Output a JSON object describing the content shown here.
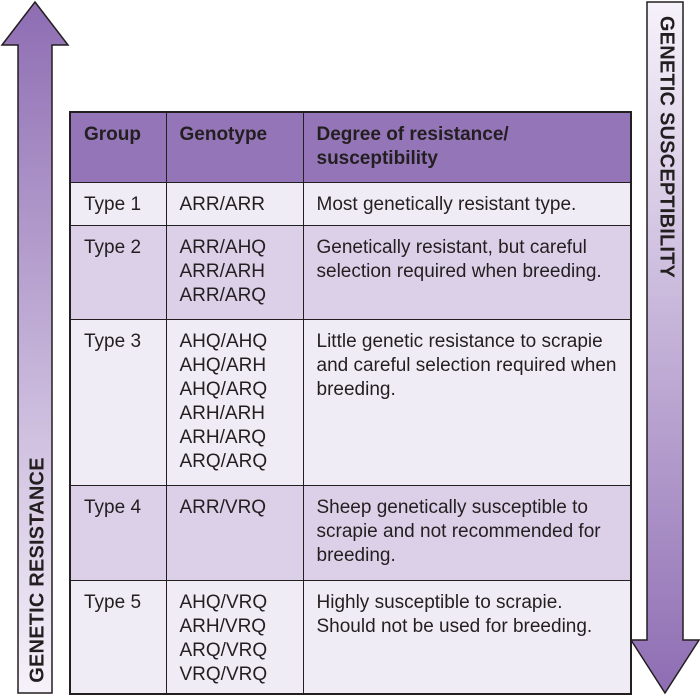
{
  "left_arrow_label": "GENETIC RESISTANCE",
  "right_arrow_label": "GENETIC SUSCEPTIBILITY",
  "colors": {
    "arrow_dark": "#8e6db3",
    "arrow_light": "#f3eff8",
    "header_fill": "#9475b8",
    "row_light": "#f0ecf5",
    "row_dark": "#dcd0e8"
  },
  "table": {
    "headers": {
      "group": "Group",
      "genotype": "Genotype",
      "degree": "Degree of resistance/ susceptibility"
    },
    "rows": [
      {
        "group": "Type 1",
        "genotypes": [
          "ARR/ARR"
        ],
        "degree": "Most genetically resistant type."
      },
      {
        "group": "Type 2",
        "genotypes": [
          "ARR/AHQ",
          "ARR/ARH",
          "ARR/ARQ"
        ],
        "degree": "Genetically resistant, but careful selection required when breeding."
      },
      {
        "group": "Type 3",
        "genotypes": [
          "AHQ/AHQ",
          "AHQ/ARH",
          "AHQ/ARQ",
          "ARH/ARH",
          "ARH/ARQ",
          "ARQ/ARQ"
        ],
        "degree": "Little genetic resistance to scrapie and careful selection required when breeding."
      },
      {
        "group": "Type 4",
        "genotypes": [
          "ARR/VRQ"
        ],
        "degree": "Sheep genetically susceptible to scrapie and not recommended for breeding."
      },
      {
        "group": "Type 5",
        "genotypes": [
          "AHQ/VRQ",
          "ARH/VRQ",
          "ARQ/VRQ",
          "VRQ/VRQ"
        ],
        "degree": "Highly susceptible to scrapie. Should not be used for breeding."
      }
    ]
  }
}
